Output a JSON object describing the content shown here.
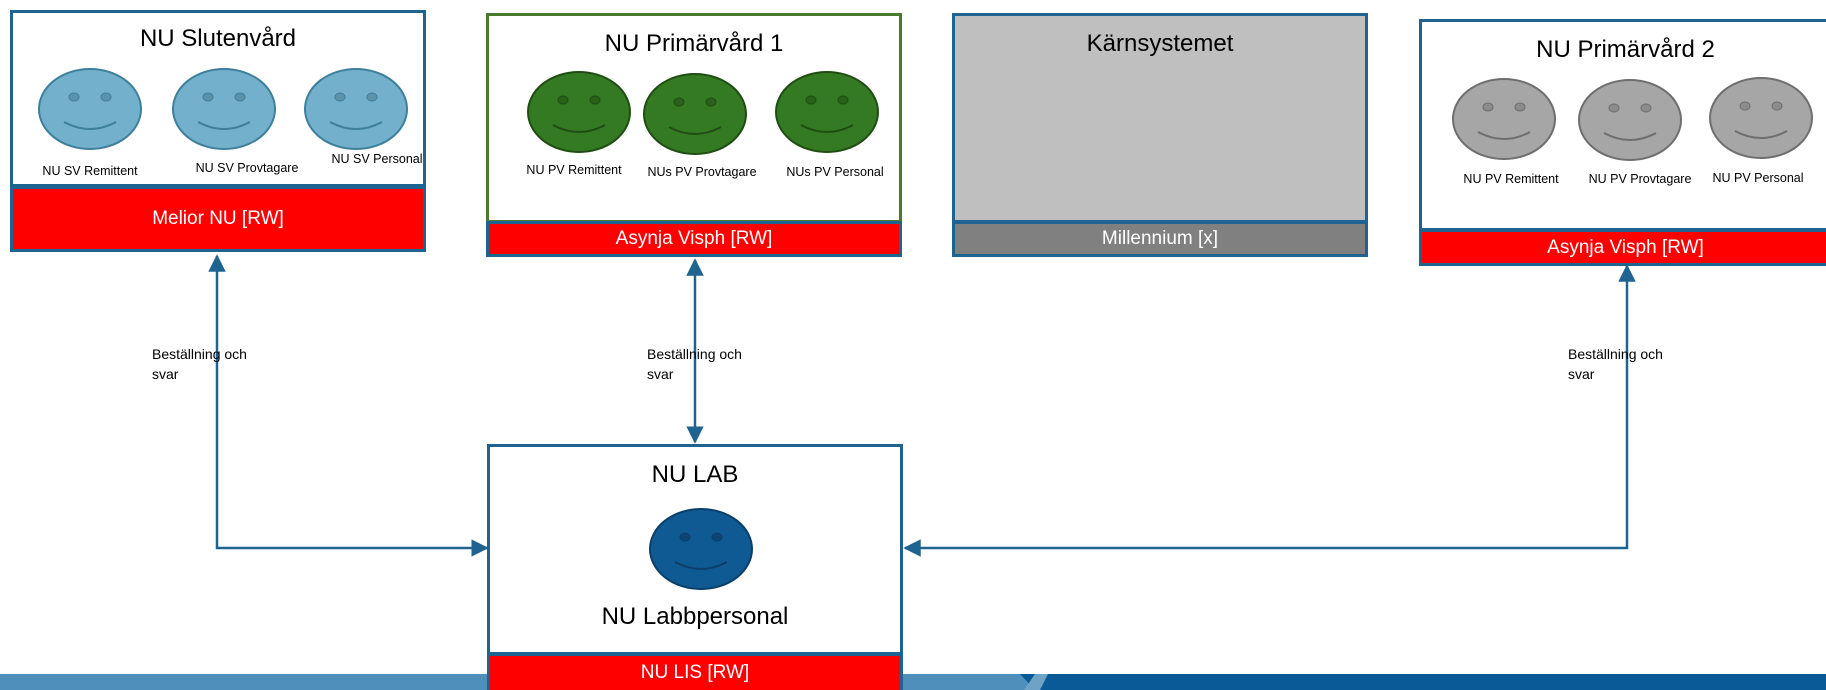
{
  "colors": {
    "border_blue": "#1f6391",
    "border_green": "#4a7a2c",
    "bar_red": "#ff0000",
    "bar_gray": "#808080",
    "core_fill": "#bfbfbf",
    "face_light_blue": "#72b0cb",
    "face_green": "#347a22",
    "face_gray": "#a6a6a6",
    "face_dark_blue": "#105a93",
    "footer_light": "#4f8fbb",
    "footer_dark": "#095a96"
  },
  "systems": {
    "slutenvard": {
      "title": "NU Slutenvård",
      "bar": "Melior NU [RW]",
      "persons": [
        "NU SV Remittent",
        "NU SV Provtagare",
        "NU SV Personal"
      ]
    },
    "primarvard1": {
      "title": "NU Primärvård 1",
      "bar": "Asynja Visph [RW]",
      "persons": [
        "NU PV Remittent",
        "NUs PV Provtagare",
        "NUs PV Personal"
      ]
    },
    "karnsystemet": {
      "title": "Kärnsystemet",
      "bar": "Millennium [x]"
    },
    "primarvard2": {
      "title": "NU Primärvård 2",
      "bar": "Asynja Visph [RW]",
      "persons": [
        "NU PV Remittent",
        "NU PV Provtagare",
        "NU PV Personal"
      ]
    },
    "lab": {
      "title": "NU LAB",
      "person": "NU Labbpersonal",
      "bar": "NU LIS [RW]"
    }
  },
  "edges": {
    "label_line1": "Beställning och",
    "label_line2": "svar"
  }
}
